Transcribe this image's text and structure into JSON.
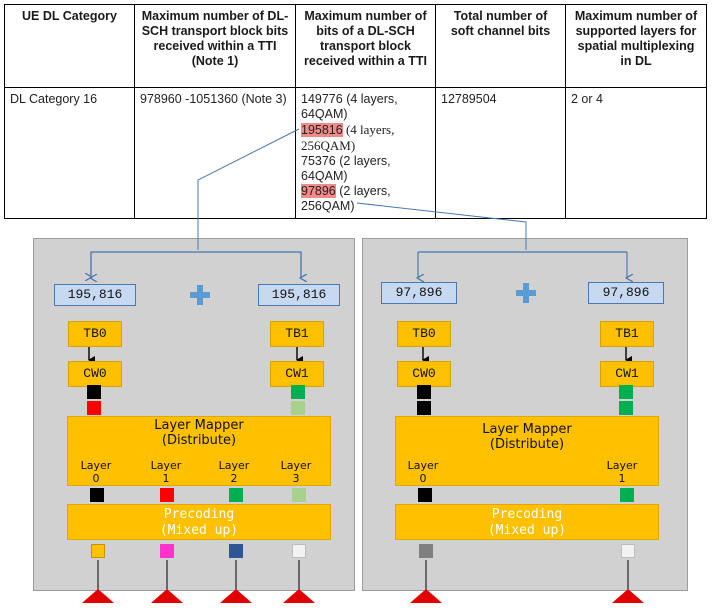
{
  "table": {
    "headers": [
      "UE DL Category",
      "Maximum number of DL-SCH transport block bits received within a TTI (Note 1)",
      "Maximum number of bits of a DL-SCH transport block received within a TTI",
      "Total number of soft channel bits",
      "Maximum number of supported layers for spatial multiplexing in DL"
    ],
    "row": {
      "category": "DL Category 16",
      "max_bits": "978960 -1051360 (Note 3)",
      "tb_bits": [
        {
          "value": "149776",
          "detail": " (4 layers, 64QAM)"
        },
        {
          "value": "195816",
          "detail": " (4 layers, 256QAM)"
        },
        {
          "value": "75376",
          "detail": " (2 layers, 64QAM)"
        },
        {
          "value": "97896",
          "detail": " (2 layers, 256QAM)"
        }
      ],
      "soft_bits": "12789504",
      "layers": "2 or 4"
    }
  },
  "left_panel": {
    "value_a": "195,816",
    "value_b": "195,816",
    "tb0": "TB0",
    "tb1": "TB1",
    "cw0": "CW0",
    "cw1": "CW1",
    "mapper_title": "Layer Mapper",
    "mapper_sub": "(Distribute)",
    "layer_word": "Layer",
    "layers": [
      "0",
      "1",
      "2",
      "3"
    ],
    "precoding_title": "Precoding",
    "precoding_sub": "(Mixed up)"
  },
  "right_panel": {
    "value_a": "97,896",
    "value_b": "97,896",
    "tb0": "TB0",
    "tb1": "TB1",
    "cw0": "CW0",
    "cw1": "CW1",
    "mapper_title": "Layer Mapper",
    "mapper_sub": "(Distribute)",
    "layer_word": "Layer",
    "layers": [
      "0",
      "1"
    ],
    "precoding_title": "Precoding",
    "precoding_sub": "(Mixed up)"
  },
  "colors": {
    "panel_bg": "#d1d1d1",
    "value_box": "#c6d9f1",
    "block": "#ffc000",
    "highlight": "#f28a8a",
    "antenna": "#e00000",
    "arrow_blue": "#4a78b0",
    "cw0_a": "#000000",
    "cw0_b_4layer": "#ff0000",
    "cw1_a_4layer": "#00b050",
    "cw1_b_4layer": "#a9d18e",
    "cw1_2layer": "#00b050",
    "precoded_left": [
      "#ffc000",
      "#ff33cc",
      "#2f5597",
      "#f2f2f2"
    ],
    "precoded_right": [
      "#808080",
      "#f2f2f2"
    ]
  },
  "icons": [
    "plus-icon",
    "antenna-icon"
  ]
}
